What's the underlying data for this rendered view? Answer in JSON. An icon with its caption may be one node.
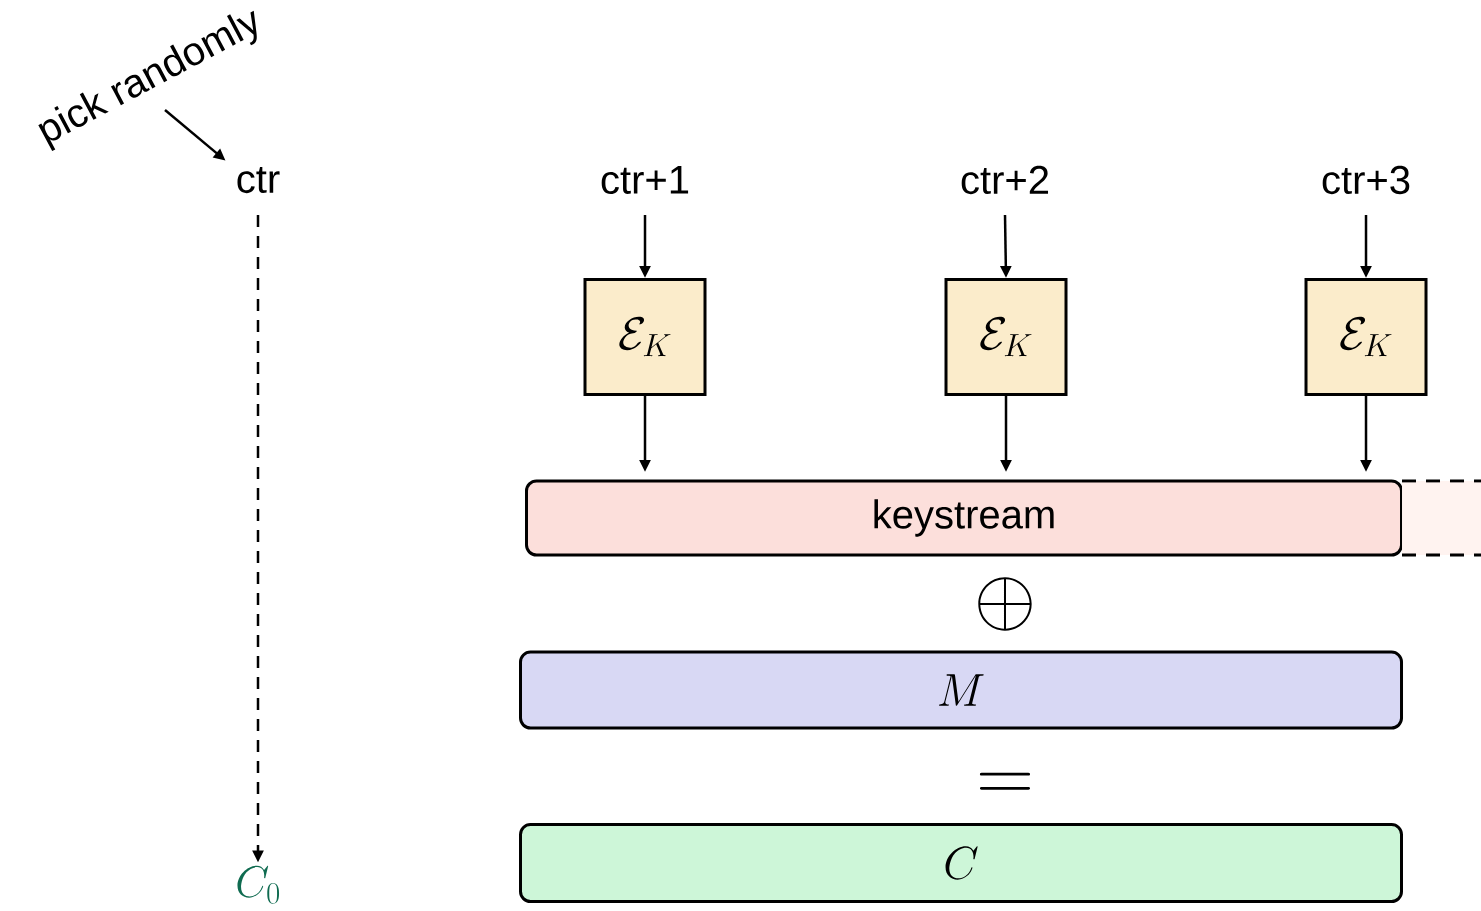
{
  "diagram": {
    "nodes": [
      {
        "text": [
          "pick randomly"
        ]
      },
      {
        "text": [
          "ctr"
        ]
      },
      {
        "text": [
          "C_0"
        ]
      },
      {
        "text": [
          "ctr+1"
        ]
      },
      {
        "text": [
          "ctr+2"
        ]
      },
      {
        "text": [
          "ctr+3"
        ]
      },
      {
        "text": [
          "\\mathcal{E}_K"
        ]
      },
      {
        "text": [
          "\\mathcal{E}_K"
        ]
      },
      {
        "text": [
          "\\mathcal{E}_K"
        ]
      },
      {
        "text": [
          "keystream"
        ]
      },
      {
        "text": [],
        "shape": "box"
      },
      {
        "text": [
          "M"
        ]
      },
      {
        "text": [
          "C"
        ]
      }
    ],
    "edges": [
      {
        "from": 0,
        "to": 1,
        "arrow": "to"
      },
      {
        "from": 1,
        "to": 2,
        "arrow": "to",
        "style": "dashed"
      },
      {
        "from": 3,
        "to": 6,
        "arrow": "to"
      },
      {
        "from": 4,
        "to": 7,
        "arrow": "to"
      },
      {
        "from": 5,
        "to": 8,
        "arrow": "to"
      },
      {
        "from": 6,
        "to": 9,
        "arrow": "to"
      },
      {
        "from": 7,
        "to": 9,
        "arrow": "to"
      },
      {
        "from": 8,
        "to": 9,
        "arrow": "to"
      }
    ],
    "labels": [
      "\\oplus",
      "="
    ]
  }
}
